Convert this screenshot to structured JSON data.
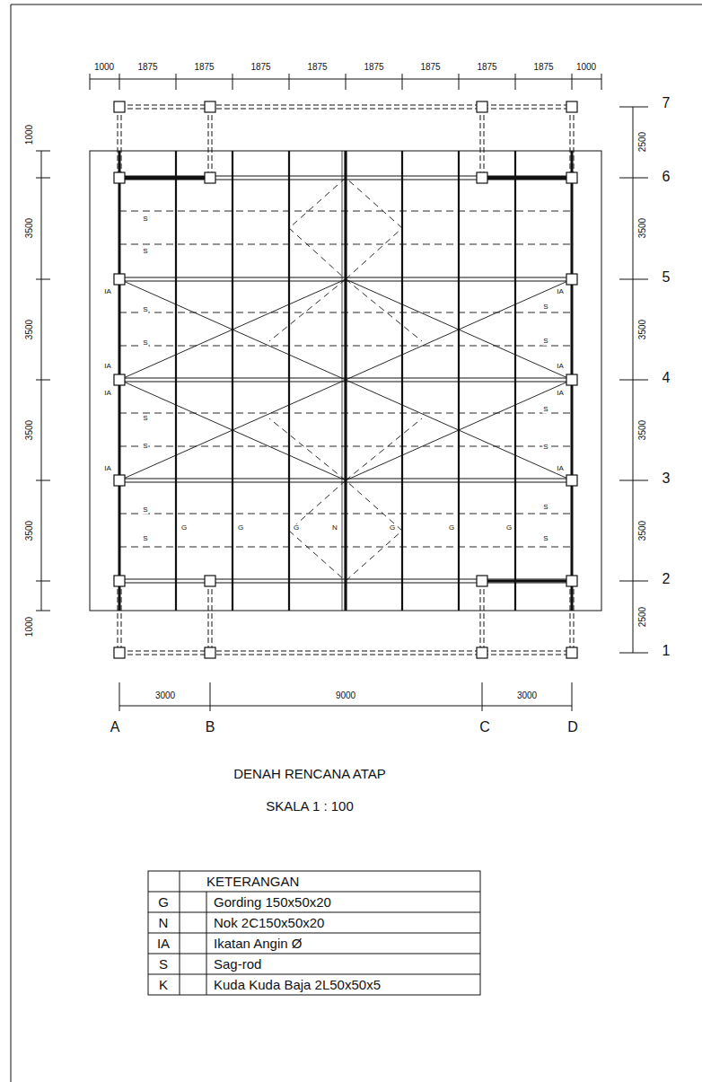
{
  "diagram": {
    "title": "DENAH RENCANA ATAP",
    "caption": "SKALA 1 : 100",
    "labels": [
      "1000",
      "1875",
      "1875",
      "1875",
      "1875",
      "1875",
      "1875",
      "1875",
      "1875",
      "1000",
      "1000",
      "3500",
      "3500",
      "3500",
      "3500",
      "1000",
      "2500",
      "3500",
      "3500",
      "3500",
      "3500",
      "2500",
      "7",
      "6",
      "5",
      "4",
      "3",
      "2",
      "1",
      "3000",
      "9000",
      "3000",
      "A",
      "B",
      "C",
      "D",
      "S",
      "S",
      "S",
      "S",
      "S",
      "S",
      "S",
      "S",
      "S",
      "S",
      "S",
      "S",
      "S",
      "S",
      "IA",
      "IA",
      "IA",
      "IA",
      "IA",
      "IA",
      "IA",
      "IA",
      "G",
      "G",
      "G",
      "G",
      "G",
      "G",
      "N",
      "KETERANGAN",
      "G",
      "Gording 150x50x20",
      "N",
      "Nok 2C150x50x20",
      "IA",
      "Ikatan Angin Ø",
      "S",
      "Sag-rod",
      "K",
      "Kuda Kuda Baja 2L50x50x5"
    ]
  }
}
